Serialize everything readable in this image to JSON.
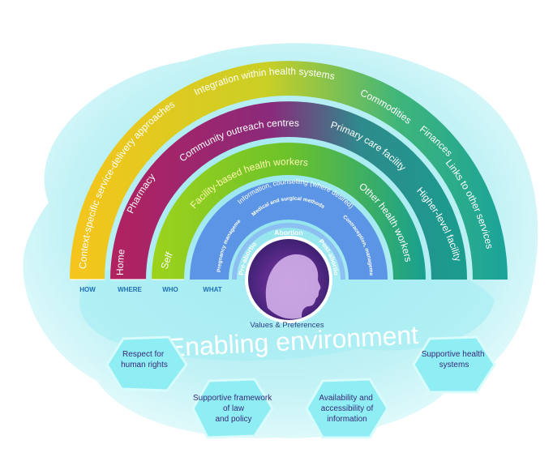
{
  "rings": {
    "how": {
      "row_label": "HOW",
      "color_start": "#f6c51b",
      "color_end": "#1aa39a",
      "items": [
        "Context-specific service-delivery approaches",
        "Integration within health systems",
        "Commodities",
        "Finances",
        "Links to other services"
      ]
    },
    "where": {
      "row_label": "WHERE",
      "color_start": "#b2225f",
      "color_end": "#1a9d8f",
      "items": [
        "Home",
        "Pharmacy",
        "Community outreach centres",
        "Primary care facility",
        "Higher-level facility"
      ]
    },
    "who": {
      "row_label": "WHO",
      "color_start": "#8ccb1e",
      "color_end": "#18a090",
      "items": [
        "Self",
        "Facility-based health workers",
        "Other health workers"
      ]
    },
    "what": {
      "row_label": "WHAT",
      "color": "#5c95e6",
      "items": [
        "Pregnancy management, including pregnancy management antenatal",
        "Information, counselling (where desired)",
        "Medical and surgical methods",
        "Contraception, management complications"
      ],
      "pre": "Pre-abortion",
      "mid": "Abortion",
      "post": "Post-abortion"
    }
  },
  "center": {
    "label": "Values & Preferences"
  },
  "enabling": {
    "title": "Enabling environment"
  },
  "pillars": [
    {
      "label": "Respect for human rights"
    },
    {
      "label": "Supportive framework of law and policy"
    },
    {
      "label": "Availability and accessibility of information"
    },
    {
      "label": "Supportive health systems"
    }
  ],
  "colors": {
    "blob": "#bff3f6",
    "blob_inner": "#8fe6ee",
    "row_label": "#1f6fb2",
    "hex": "#9ff0f4",
    "center_purple": "#5a2a8a"
  }
}
